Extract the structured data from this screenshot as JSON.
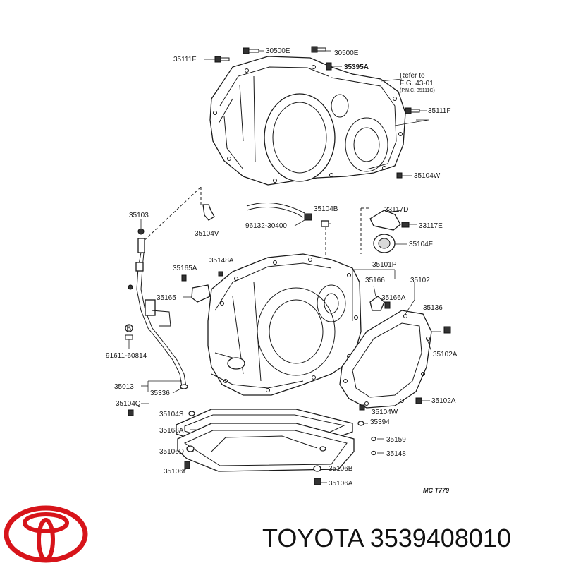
{
  "labels": {
    "p35111F_left": "35111F",
    "p30500E_a": "30500E",
    "p30500E_b": "30500E",
    "p35395A": "35395A",
    "p35111F_right": "35111F",
    "p35104W_top": "35104W",
    "p35103": "35103",
    "p35104V": "35104V",
    "p35104B": "35104B",
    "p96132": "96132-30400",
    "p33117D": "33117D",
    "p33117E": "33117E",
    "p35104F": "35104F",
    "p35101P": "35101P",
    "p35165A": "35165A",
    "p35148A": "35148A",
    "p35166": "35166",
    "p35102": "35102",
    "p35165": "35165",
    "p35166A": "35166A",
    "p35136": "35136",
    "p91611": "91611-60814",
    "p35102A_a": "35102A",
    "p35013": "35013",
    "p35336": "35336",
    "p35102A_b": "35102A",
    "p35104Q": "35104Q",
    "p35104W_low": "35104W",
    "p35104S": "35104S",
    "p35394": "35394",
    "p35168A": "35168A",
    "p35159": "35159",
    "p35106D": "35106D",
    "p35148": "35148",
    "p35106B": "35106B",
    "p35106E": "35106E",
    "p35106A": "35106A",
    "circle_b": "B"
  },
  "reference": {
    "line1": "Refer to",
    "line2": "FIG. 43-01",
    "line3": "(P.N.C. 35111C)"
  },
  "figure_code": "MC T779",
  "brand": {
    "caption": "TOYOTA 3539408010",
    "logo_color": "#d7141a"
  }
}
